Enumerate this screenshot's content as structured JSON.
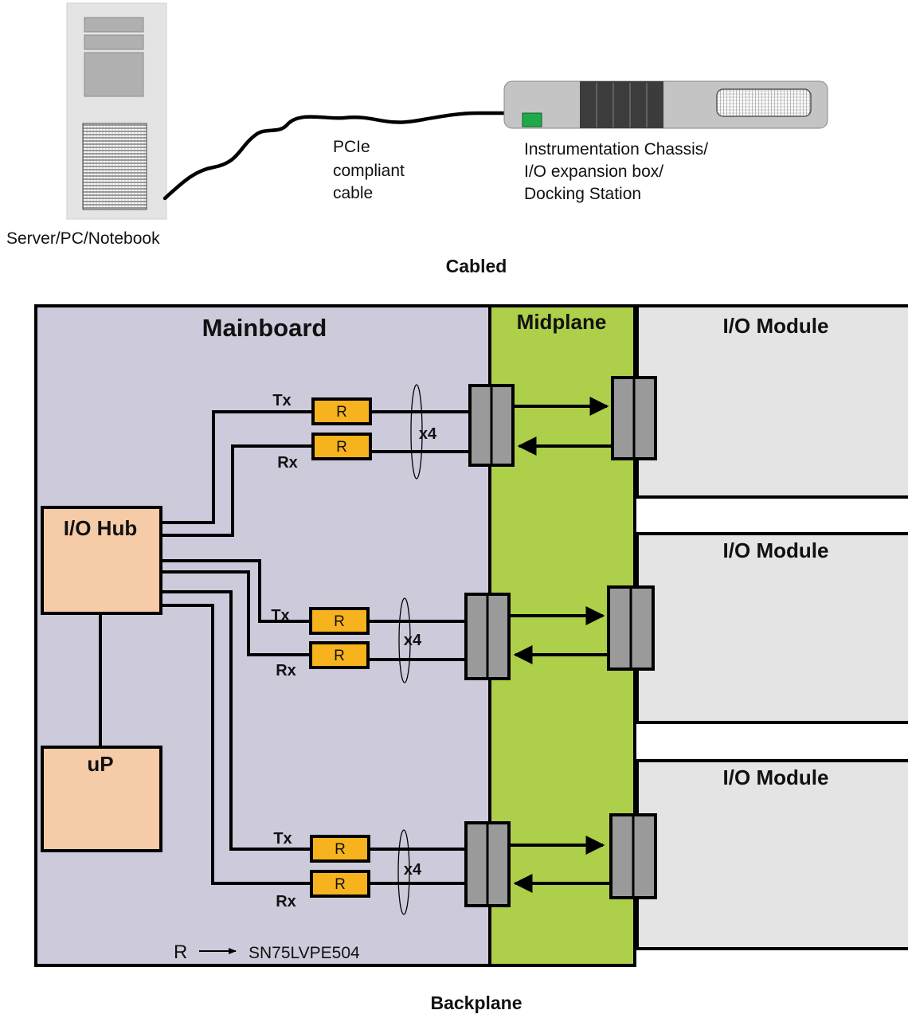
{
  "cabled": {
    "host_label": "Server/PC/Notebook",
    "cable_label": [
      "PCIe",
      "compliant",
      "cable"
    ],
    "chassis_label": [
      "Instrumentation Chassis/",
      "I/O expansion box/",
      "Docking Station"
    ],
    "caption": "Cabled"
  },
  "backplane": {
    "mainboard_label": "Mainboard",
    "midplane_label": "Midplane",
    "io_hub_label": "I/O Hub",
    "up_label": "uP",
    "module_label": "I/O Module",
    "tx_label": "Tx",
    "rx_label": "Rx",
    "redriver_label": "R",
    "lane_label": "x4",
    "legend_symbol": "R",
    "legend_part": "SN75LVPE504",
    "caption": "Backplane"
  },
  "colors": {
    "mainboard": "#cdcbdb",
    "midplane": "#adcf4a",
    "module": "#e4e4e4",
    "hub": "#f6cba8",
    "redriver": "#f6b31e",
    "connector": "#9a9a9a"
  }
}
